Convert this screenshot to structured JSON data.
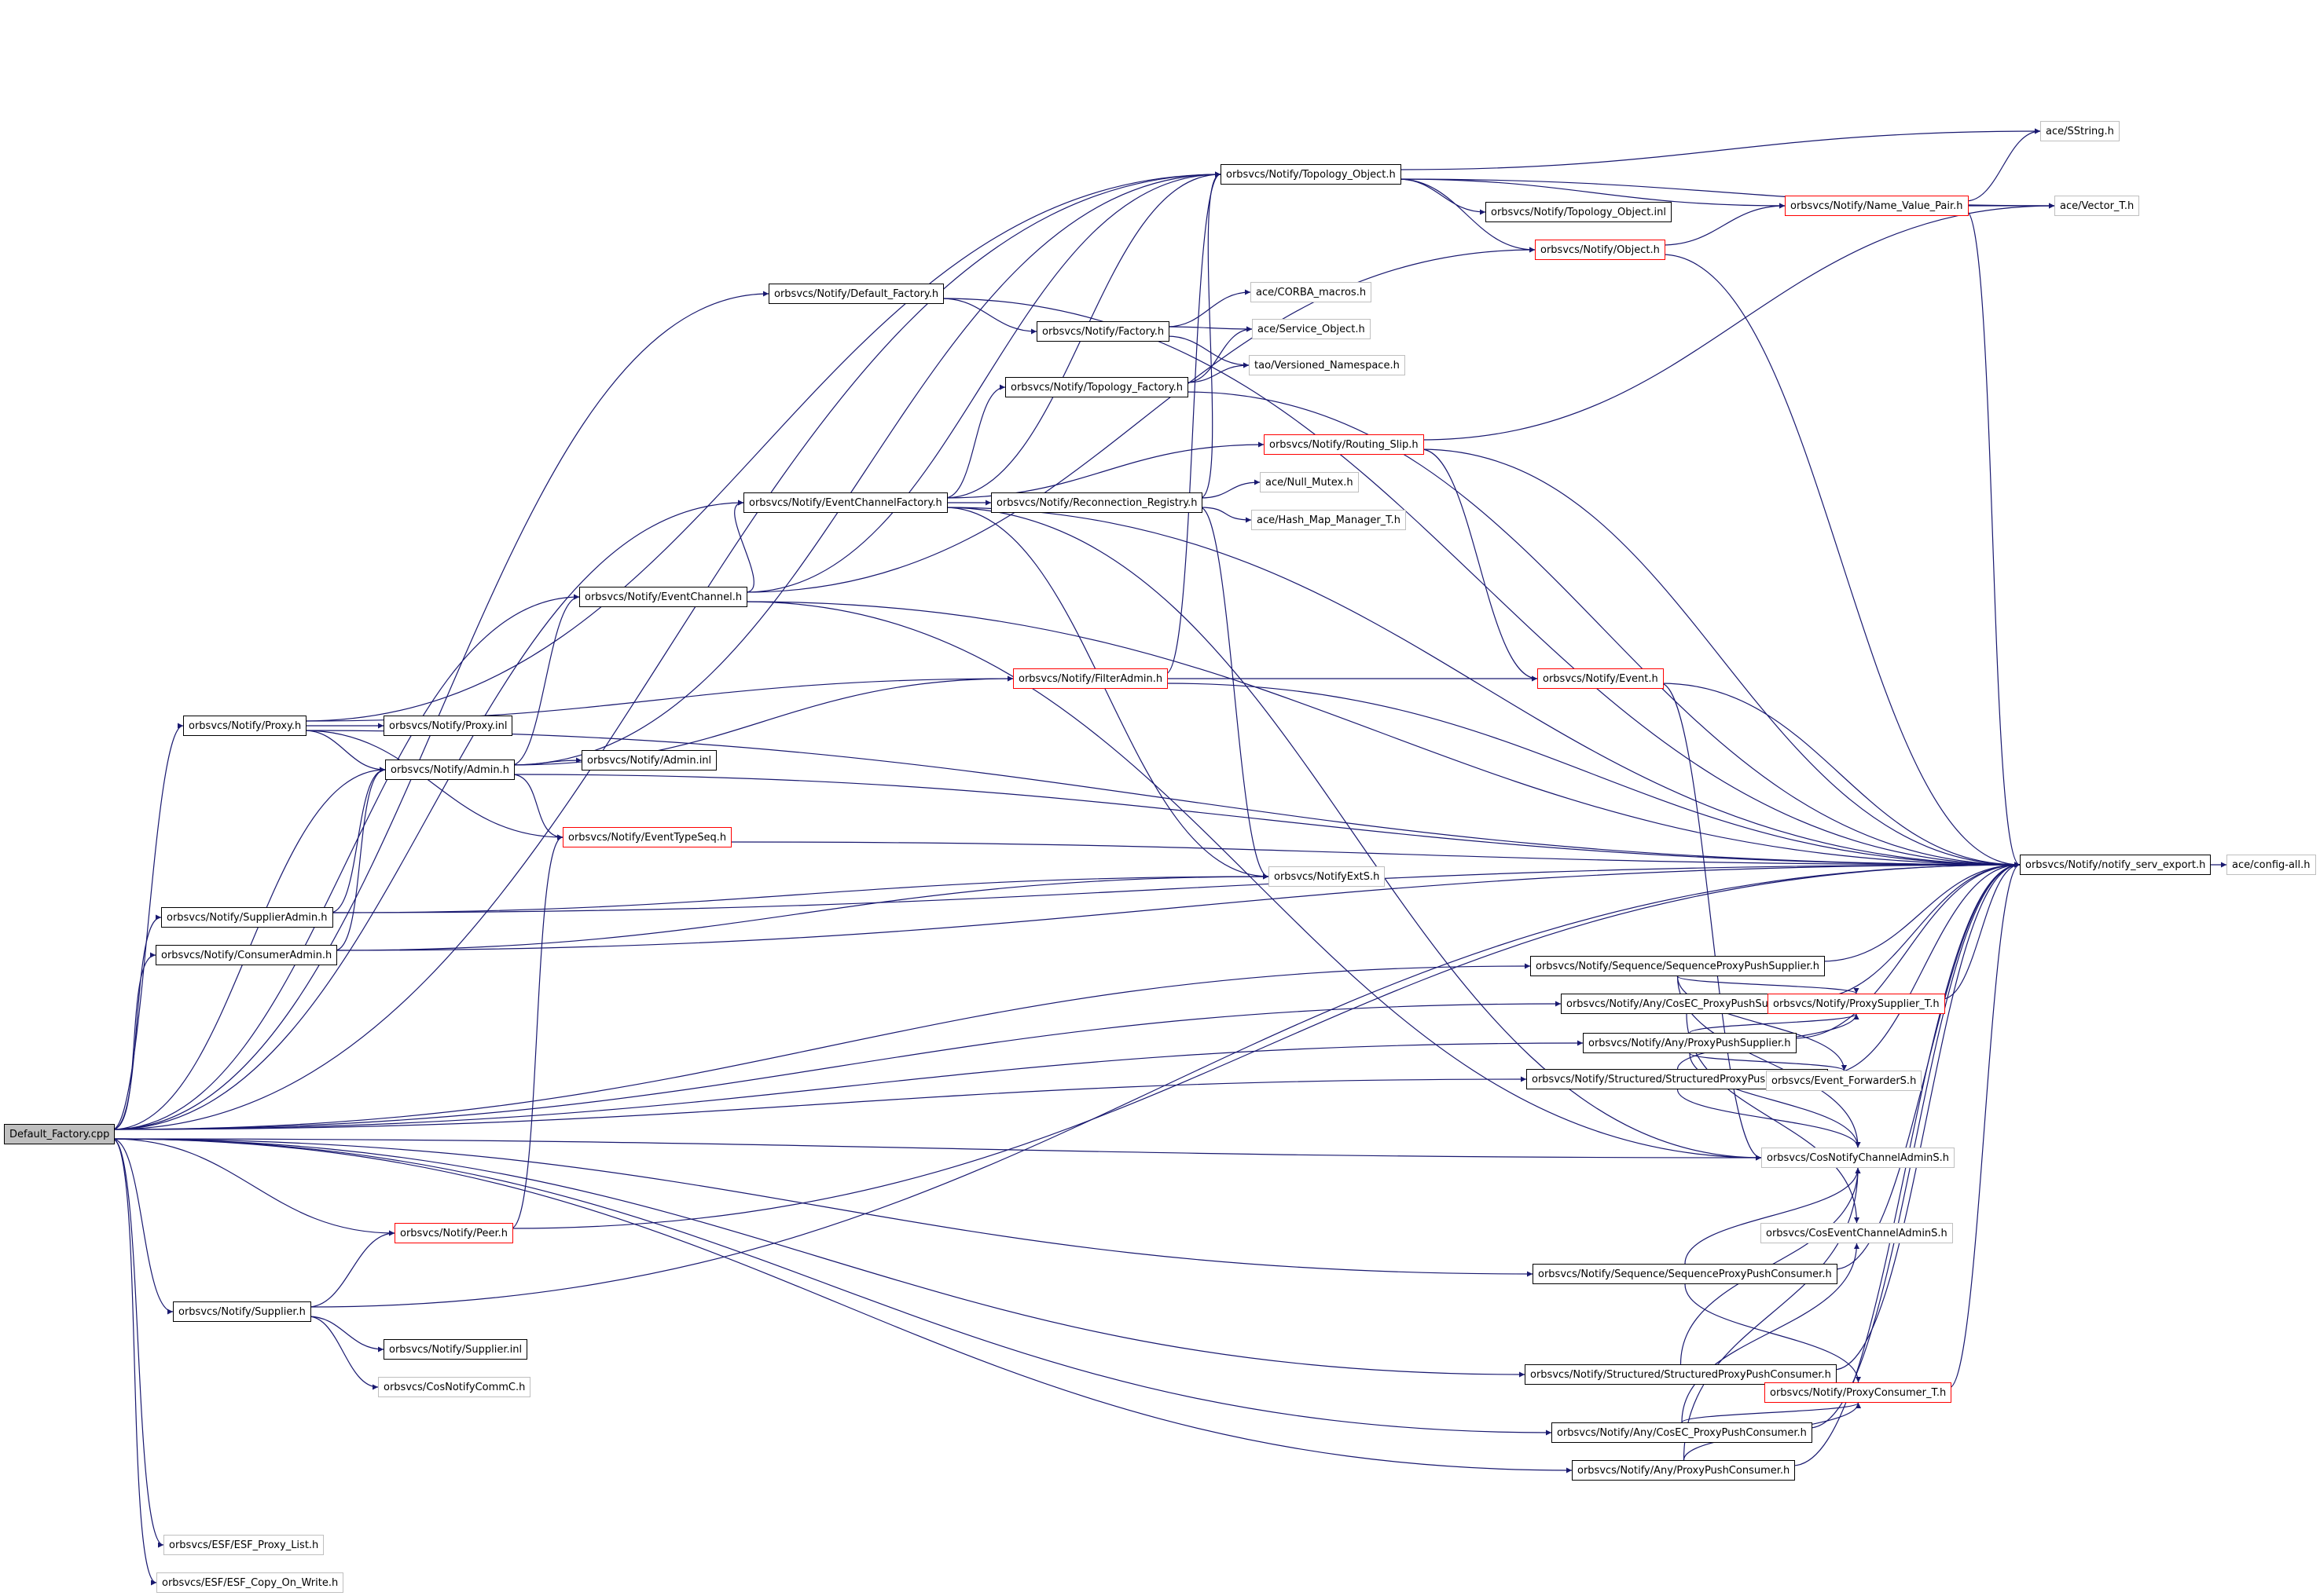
{
  "diagram": {
    "edge_color": "#191970",
    "node_border_colors": {
      "normal": "#000000",
      "incomplete": "#ff0000",
      "external": "#bfbfbf"
    },
    "root_fill": "#bfbfbf",
    "nodes": [
      {
        "id": "root",
        "label": "Default_Factory.cpp",
        "style": "root"
      },
      {
        "id": "topobj",
        "label": "orbsvcs/Notify/Topology_Object.h",
        "style": "normal"
      },
      {
        "id": "sstring",
        "label": "ace/SString.h",
        "style": "grey"
      },
      {
        "id": "vector",
        "label": "ace/Vector_T.h",
        "style": "grey"
      },
      {
        "id": "topoinl",
        "label": "orbsvcs/Notify/Topology_Object.inl",
        "style": "normal"
      },
      {
        "id": "nvp",
        "label": "orbsvcs/Notify/Name_Value_Pair.h",
        "style": "red"
      },
      {
        "id": "object",
        "label": "orbsvcs/Notify/Object.h",
        "style": "red"
      },
      {
        "id": "deffact",
        "label": "orbsvcs/Notify/Default_Factory.h",
        "style": "normal"
      },
      {
        "id": "corba",
        "label": "ace/CORBA_macros.h",
        "style": "grey"
      },
      {
        "id": "factory",
        "label": "orbsvcs/Notify/Factory.h",
        "style": "normal"
      },
      {
        "id": "svcobj",
        "label": "ace/Service_Object.h",
        "style": "grey"
      },
      {
        "id": "versns",
        "label": "tao/Versioned_Namespace.h",
        "style": "grey"
      },
      {
        "id": "topofact",
        "label": "orbsvcs/Notify/Topology_Factory.h",
        "style": "normal"
      },
      {
        "id": "routing",
        "label": "orbsvcs/Notify/Routing_Slip.h",
        "style": "red"
      },
      {
        "id": "ecf",
        "label": "orbsvcs/Notify/EventChannelFactory.h",
        "style": "normal"
      },
      {
        "id": "reconn",
        "label": "orbsvcs/Notify/Reconnection_Registry.h",
        "style": "normal"
      },
      {
        "id": "nullmutex",
        "label": "ace/Null_Mutex.h",
        "style": "grey"
      },
      {
        "id": "hashmap",
        "label": "ace/Hash_Map_Manager_T.h",
        "style": "grey"
      },
      {
        "id": "ec",
        "label": "orbsvcs/Notify/EventChannel.h",
        "style": "normal"
      },
      {
        "id": "proxy",
        "label": "orbsvcs/Notify/Proxy.h",
        "style": "normal"
      },
      {
        "id": "proxyinl",
        "label": "orbsvcs/Notify/Proxy.inl",
        "style": "normal"
      },
      {
        "id": "filteradmin",
        "label": "orbsvcs/Notify/FilterAdmin.h",
        "style": "red"
      },
      {
        "id": "event",
        "label": "orbsvcs/Notify/Event.h",
        "style": "red"
      },
      {
        "id": "admin",
        "label": "orbsvcs/Notify/Admin.h",
        "style": "normal"
      },
      {
        "id": "admininl",
        "label": "orbsvcs/Notify/Admin.inl",
        "style": "normal"
      },
      {
        "id": "evtypeseq",
        "label": "orbsvcs/Notify/EventTypeSeq.h",
        "style": "red"
      },
      {
        "id": "servexport",
        "label": "orbsvcs/Notify/notify_serv_export.h",
        "style": "normal"
      },
      {
        "id": "configall",
        "label": "ace/config-all.h",
        "style": "grey"
      },
      {
        "id": "notifyexts",
        "label": "orbsvcs/NotifyExtS.h",
        "style": "grey"
      },
      {
        "id": "suppadmin",
        "label": "orbsvcs/Notify/SupplierAdmin.h",
        "style": "normal"
      },
      {
        "id": "consadmin",
        "label": "orbsvcs/Notify/ConsumerAdmin.h",
        "style": "normal"
      },
      {
        "id": "seqpps",
        "label": "orbsvcs/Notify/Sequence/SequenceProxyPushSupplier.h",
        "style": "normal"
      },
      {
        "id": "cosecpps",
        "label": "orbsvcs/Notify/Any/CosEC_ProxyPushSupplier.h",
        "style": "normal"
      },
      {
        "id": "proxysuppT",
        "label": "orbsvcs/Notify/ProxySupplier_T.h",
        "style": "red"
      },
      {
        "id": "anypps",
        "label": "orbsvcs/Notify/Any/ProxyPushSupplier.h",
        "style": "normal"
      },
      {
        "id": "strpps",
        "label": "orbsvcs/Notify/Structured/StructuredProxyPushSupplier.h",
        "style": "normal"
      },
      {
        "id": "evfwd",
        "label": "orbsvcs/Event_ForwarderS.h",
        "style": "grey"
      },
      {
        "id": "cosnotifyca",
        "label": "orbsvcs/CosNotifyChannelAdminS.h",
        "style": "grey"
      },
      {
        "id": "peer",
        "label": "orbsvcs/Notify/Peer.h",
        "style": "red"
      },
      {
        "id": "coseventca",
        "label": "orbsvcs/CosEventChannelAdminS.h",
        "style": "grey"
      },
      {
        "id": "seqppc",
        "label": "orbsvcs/Notify/Sequence/SequenceProxyPushConsumer.h",
        "style": "normal"
      },
      {
        "id": "supplier",
        "label": "orbsvcs/Notify/Supplier.h",
        "style": "normal"
      },
      {
        "id": "suppinl",
        "label": "orbsvcs/Notify/Supplier.inl",
        "style": "normal"
      },
      {
        "id": "cosnotifycomm",
        "label": "orbsvcs/CosNotifyCommC.h",
        "style": "grey"
      },
      {
        "id": "strppc",
        "label": "orbsvcs/Notify/Structured/StructuredProxyPushConsumer.h",
        "style": "normal"
      },
      {
        "id": "proxyconsT",
        "label": "orbsvcs/Notify/ProxyConsumer_T.h",
        "style": "red"
      },
      {
        "id": "cosecppc",
        "label": "orbsvcs/Notify/Any/CosEC_ProxyPushConsumer.h",
        "style": "normal"
      },
      {
        "id": "anyppc",
        "label": "orbsvcs/Notify/Any/ProxyPushConsumer.h",
        "style": "normal"
      },
      {
        "id": "esfproxy",
        "label": "orbsvcs/ESF/ESF_Proxy_List.h",
        "style": "grey"
      },
      {
        "id": "esfcow",
        "label": "orbsvcs/ESF/ESF_Copy_On_Write.h",
        "style": "grey"
      }
    ],
    "edges": [
      [
        "root",
        "topobj"
      ],
      [
        "root",
        "deffact"
      ],
      [
        "root",
        "ecf"
      ],
      [
        "root",
        "ec"
      ],
      [
        "root",
        "proxy"
      ],
      [
        "root",
        "admin"
      ],
      [
        "root",
        "suppadmin"
      ],
      [
        "root",
        "consadmin"
      ],
      [
        "root",
        "seqpps"
      ],
      [
        "root",
        "cosecpps"
      ],
      [
        "root",
        "anypps"
      ],
      [
        "root",
        "strpps"
      ],
      [
        "root",
        "cosnotifyca"
      ],
      [
        "root",
        "peer"
      ],
      [
        "root",
        "seqppc"
      ],
      [
        "root",
        "supplier"
      ],
      [
        "root",
        "strppc"
      ],
      [
        "root",
        "cosecppc"
      ],
      [
        "root",
        "anyppc"
      ],
      [
        "root",
        "esfproxy"
      ],
      [
        "root",
        "esfcow"
      ],
      [
        "topobj",
        "sstring"
      ],
      [
        "topobj",
        "vector"
      ],
      [
        "topobj",
        "topoinl"
      ],
      [
        "topobj",
        "nvp"
      ],
      [
        "topobj",
        "object"
      ],
      [
        "nvp",
        "sstring"
      ],
      [
        "nvp",
        "vector"
      ],
      [
        "nvp",
        "servexport"
      ],
      [
        "object",
        "nvp"
      ],
      [
        "object",
        "servexport"
      ],
      [
        "deffact",
        "factory"
      ],
      [
        "deffact",
        "servexport"
      ],
      [
        "factory",
        "corba"
      ],
      [
        "factory",
        "svcobj"
      ],
      [
        "factory",
        "versns"
      ],
      [
        "topofact",
        "svcobj"
      ],
      [
        "topofact",
        "versns"
      ],
      [
        "topofact",
        "servexport"
      ],
      [
        "ecf",
        "topofact"
      ],
      [
        "ecf",
        "routing"
      ],
      [
        "ecf",
        "reconn"
      ],
      [
        "ecf",
        "topobj"
      ],
      [
        "ecf",
        "servexport"
      ],
      [
        "ecf",
        "notifyexts"
      ],
      [
        "ecf",
        "cosnotifyca"
      ],
      [
        "routing",
        "vector"
      ],
      [
        "routing",
        "event"
      ],
      [
        "routing",
        "servexport"
      ],
      [
        "reconn",
        "topobj"
      ],
      [
        "reconn",
        "nullmutex"
      ],
      [
        "reconn",
        "hashmap"
      ],
      [
        "reconn",
        "notifyexts"
      ],
      [
        "ec",
        "topobj"
      ],
      [
        "ec",
        "object"
      ],
      [
        "ec",
        "ecf"
      ],
      [
        "ec",
        "servexport"
      ],
      [
        "ec",
        "cosnotifyca"
      ],
      [
        "proxy",
        "topobj"
      ],
      [
        "proxy",
        "proxyinl"
      ],
      [
        "proxy",
        "admin"
      ],
      [
        "proxy",
        "filteradmin"
      ],
      [
        "proxy",
        "evtypeseq"
      ],
      [
        "proxy",
        "servexport"
      ],
      [
        "filteradmin",
        "topobj"
      ],
      [
        "filteradmin",
        "event"
      ],
      [
        "filteradmin",
        "servexport"
      ],
      [
        "event",
        "servexport"
      ],
      [
        "event",
        "cosnotifyca"
      ],
      [
        "admin",
        "topobj"
      ],
      [
        "admin",
        "ec"
      ],
      [
        "admin",
        "admininl"
      ],
      [
        "admin",
        "filteradmin"
      ],
      [
        "admin",
        "evtypeseq"
      ],
      [
        "admin",
        "servexport"
      ],
      [
        "evtypeseq",
        "servexport"
      ],
      [
        "servexport",
        "configall"
      ],
      [
        "suppadmin",
        "admin"
      ],
      [
        "suppadmin",
        "notifyexts"
      ],
      [
        "suppadmin",
        "servexport"
      ],
      [
        "consadmin",
        "admin"
      ],
      [
        "consadmin",
        "notifyexts"
      ],
      [
        "consadmin",
        "servexport"
      ],
      [
        "seqpps",
        "proxysuppT"
      ],
      [
        "seqpps",
        "evfwd"
      ],
      [
        "seqpps",
        "cosnotifyca"
      ],
      [
        "seqpps",
        "servexport"
      ],
      [
        "cosecpps",
        "proxysuppT"
      ],
      [
        "cosecpps",
        "coseventca"
      ],
      [
        "cosecpps",
        "servexport"
      ],
      [
        "proxysuppT",
        "servexport"
      ],
      [
        "anypps",
        "proxysuppT"
      ],
      [
        "anypps",
        "evfwd"
      ],
      [
        "anypps",
        "cosnotifyca"
      ],
      [
        "anypps",
        "servexport"
      ],
      [
        "strpps",
        "proxysuppT"
      ],
      [
        "strpps",
        "evfwd"
      ],
      [
        "strpps",
        "cosnotifyca"
      ],
      [
        "strpps",
        "servexport"
      ],
      [
        "peer",
        "evtypeseq"
      ],
      [
        "peer",
        "servexport"
      ],
      [
        "seqppc",
        "cosnotifyca"
      ],
      [
        "seqppc",
        "proxyconsT"
      ],
      [
        "seqppc",
        "servexport"
      ],
      [
        "supplier",
        "peer"
      ],
      [
        "supplier",
        "suppinl"
      ],
      [
        "supplier",
        "cosnotifycomm"
      ],
      [
        "supplier",
        "servexport"
      ],
      [
        "strppc",
        "cosnotifyca"
      ],
      [
        "strppc",
        "proxyconsT"
      ],
      [
        "strppc",
        "servexport"
      ],
      [
        "cosecppc",
        "coseventca"
      ],
      [
        "cosecppc",
        "proxyconsT"
      ],
      [
        "cosecppc",
        "servexport"
      ],
      [
        "anyppc",
        "cosnotifyca"
      ],
      [
        "anyppc",
        "proxyconsT"
      ],
      [
        "anyppc",
        "servexport"
      ],
      [
        "proxyconsT",
        "servexport"
      ]
    ]
  }
}
